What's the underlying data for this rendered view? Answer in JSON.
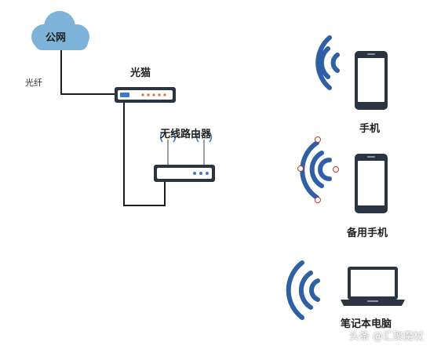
{
  "labels": {
    "internet": "公网",
    "fiber": "光纤",
    "modem": "光猫",
    "router": "无线路由器",
    "phone": "手机",
    "backup_phone": "备用手机",
    "laptop": "笔记本电脑"
  },
  "watermark": "头条 @汇聚魔杖",
  "colors": {
    "cloud": "#7eb3d9",
    "wave": "#2f5fa4",
    "device": "#2b3441",
    "line": "#1f1f1f",
    "modem_light": "#e56a36",
    "router_light": "#3a7ad1"
  }
}
